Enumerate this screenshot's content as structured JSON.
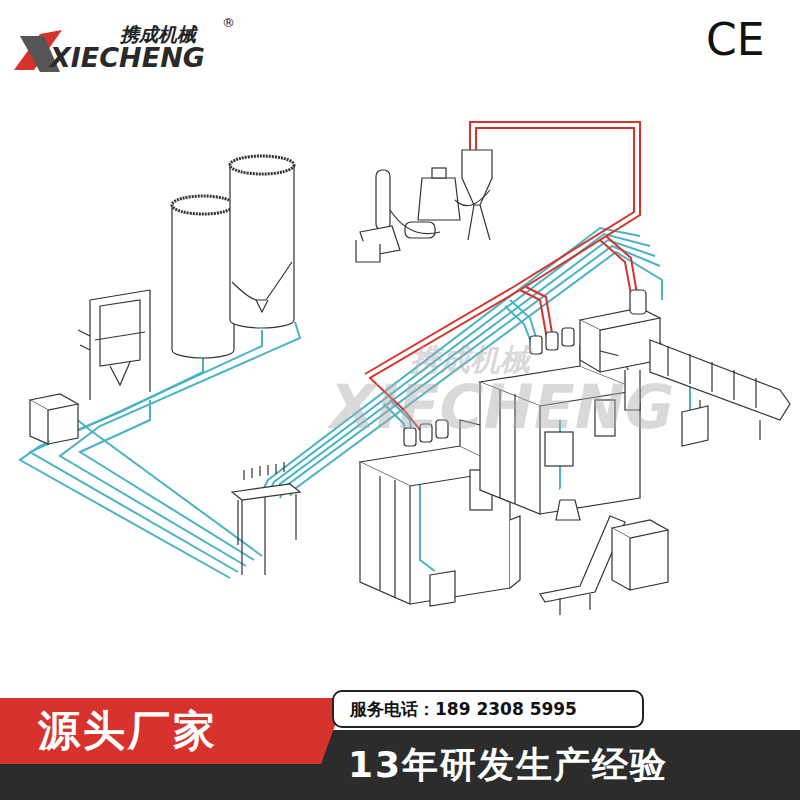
{
  "diagram": {
    "nodes": [
      {
        "text": [
          "源头厂家"
        ]
      },
      {
        "text": [
          "服务电话：189 2308 5995"
        ]
      },
      {
        "text": [
          "13年研发生产经验"
        ]
      }
    ],
    "labels": [
      "携成机械",
      "®",
      "XIECHENG",
      "CE",
      "携成机械",
      "XIECHENG"
    ]
  }
}
